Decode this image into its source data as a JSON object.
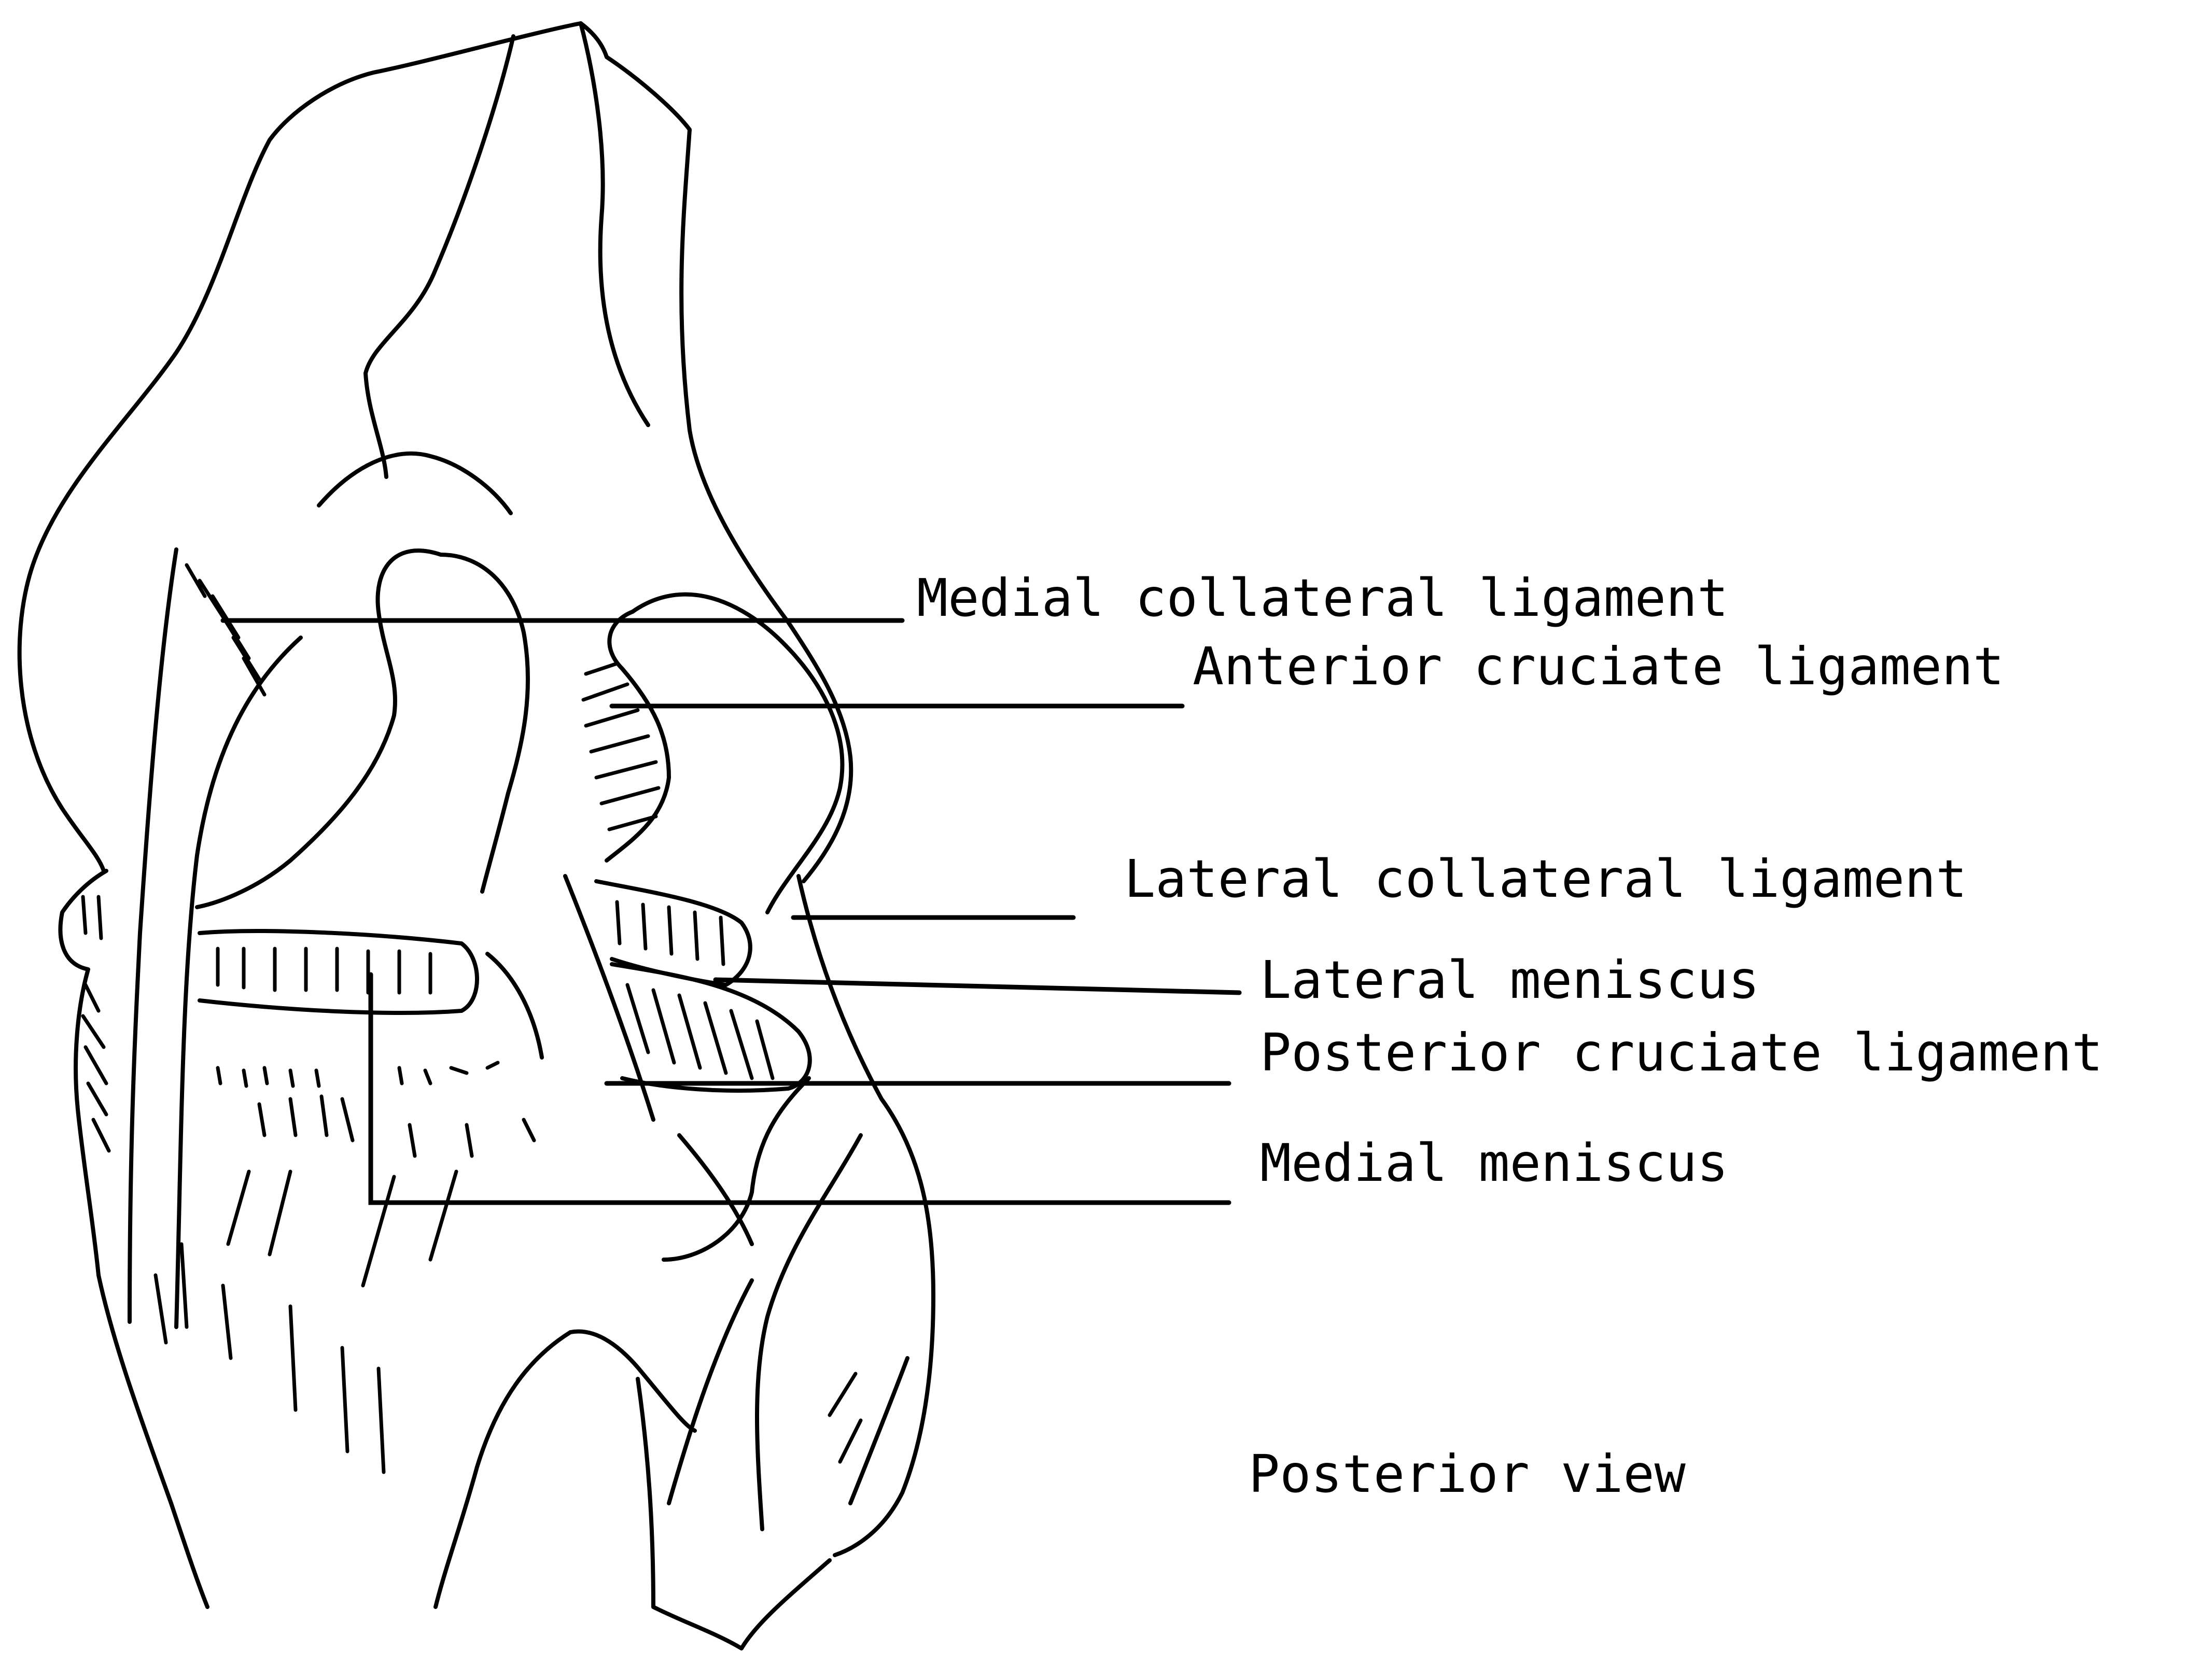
{
  "labels": {
    "medial_collateral_ligament": "Medial collateral ligament",
    "anterior_cruciate_ligament": "Anterior cruciate ligament",
    "lateral_collateral_ligament": "Lateral collateral ligament",
    "lateral_meniscus": "Lateral meniscus",
    "posterior_cruciate_ligament": "Posterior cruciate ligament",
    "medial_meniscus": "Medial meniscus"
  },
  "view_caption": "Posterior view",
  "colors": {
    "ink": "#000000",
    "background": "#ffffff"
  }
}
